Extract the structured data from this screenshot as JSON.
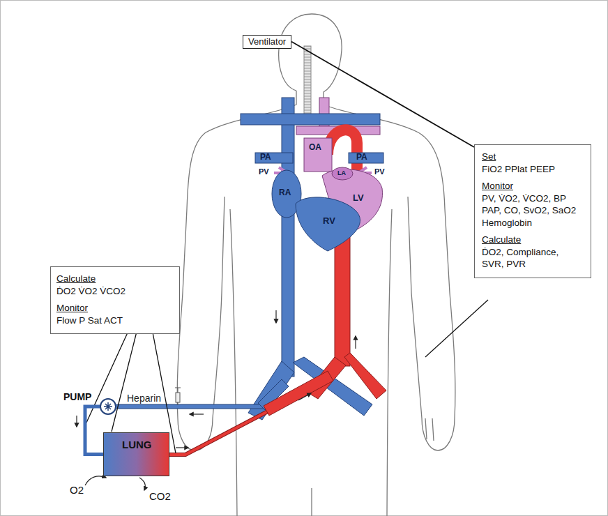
{
  "diagram": {
    "nodes": [
      {
        "text": [
          "Ventilator"
        ]
      },
      {
        "text": [
          "Set",
          "FiO2 PPlat PEEP",
          "Monitor",
          "PV, V̇O2, V̇CO2, BP PAP, CO, SvO2, SaO2 Hemoglobin",
          "Calculate",
          "ḊO2, Compliance, SVR, PVR"
        ]
      },
      {
        "text": [
          "Calculate",
          "ḊO2 V̇O2 V̇CO2",
          "Monitor",
          "Flow P Sat ACT"
        ]
      },
      {
        "text": [
          "PUMP"
        ]
      },
      {
        "text": [
          "LUNG"
        ]
      }
    ],
    "edges": [
      {
        "from": 0,
        "to": 1,
        "arrow": "none"
      },
      {
        "from": 3,
        "to": 4,
        "arrow": "none"
      }
    ],
    "labels": [
      "Heparin",
      "O2",
      "CO2",
      "PA",
      "PA",
      "OA",
      "PV",
      "PV",
      "LA",
      "RA",
      "RV",
      "LV"
    ]
  }
}
